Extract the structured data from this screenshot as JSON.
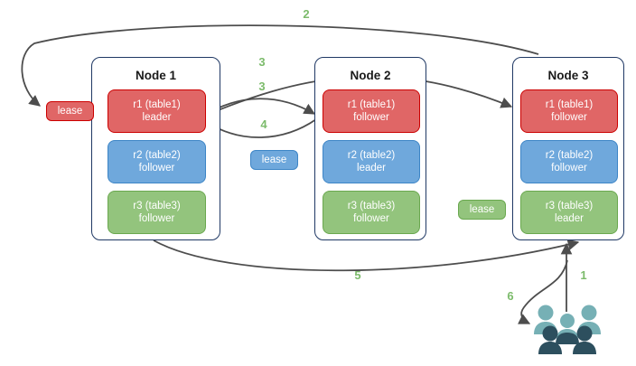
{
  "diagram": {
    "title": "raft-lease-replica-diagram",
    "colors": {
      "table1": "#e06666",
      "table1_border": "#cc0000",
      "table2": "#6fa8dc",
      "table2_border": "#3d85c6",
      "table3": "#93c47d",
      "table3_border": "#6aa84f",
      "node_border": "#1f3864",
      "edge": "#4d4d4d",
      "label": "#7cbb6b",
      "users_back": "#76b0b5",
      "users_front": "#2d4f5e"
    },
    "nodes": [
      {
        "id": "node1",
        "title": "Node 1",
        "replicas": [
          {
            "id": "n1r1",
            "line1": "r1 (table1)",
            "line2": "leader",
            "color": "table1"
          },
          {
            "id": "n1r2",
            "line1": "r2 (table2)",
            "line2": "follower",
            "color": "table2"
          },
          {
            "id": "n1r3",
            "line1": "r3 (table3)",
            "line2": "follower",
            "color": "table3"
          }
        ]
      },
      {
        "id": "node2",
        "title": "Node 2",
        "replicas": [
          {
            "id": "n2r1",
            "line1": "r1 (table1)",
            "line2": "follower",
            "color": "table1"
          },
          {
            "id": "n2r2",
            "line1": "r2 (table2)",
            "line2": "leader",
            "color": "table2"
          },
          {
            "id": "n2r3",
            "line1": "r3 (table3)",
            "line2": "follower",
            "color": "table3"
          }
        ]
      },
      {
        "id": "node3",
        "title": "Node 3",
        "replicas": [
          {
            "id": "n3r1",
            "line1": "r1 (table1)",
            "line2": "follower",
            "color": "table1"
          },
          {
            "id": "n3r2",
            "line1": "r2 (table2)",
            "line2": "follower",
            "color": "table2"
          },
          {
            "id": "n3r3",
            "line1": "r3 (table3)",
            "line2": "leader",
            "color": "table3"
          }
        ]
      }
    ],
    "leases": [
      {
        "id": "lease1",
        "label": "lease",
        "color": "table1"
      },
      {
        "id": "lease2",
        "label": "lease",
        "color": "table2"
      },
      {
        "id": "lease3",
        "label": "lease",
        "color": "table3"
      }
    ],
    "edge_labels": [
      {
        "id": "label-2",
        "text": "2"
      },
      {
        "id": "label-3a",
        "text": "3"
      },
      {
        "id": "label-3b",
        "text": "3"
      },
      {
        "id": "label-4",
        "text": "4"
      },
      {
        "id": "label-5",
        "text": "5"
      },
      {
        "id": "label-1",
        "text": "1"
      },
      {
        "id": "label-6",
        "text": "6"
      }
    ],
    "actors": [
      {
        "id": "users",
        "name": "users-group-icon",
        "count": 5
      }
    ]
  }
}
